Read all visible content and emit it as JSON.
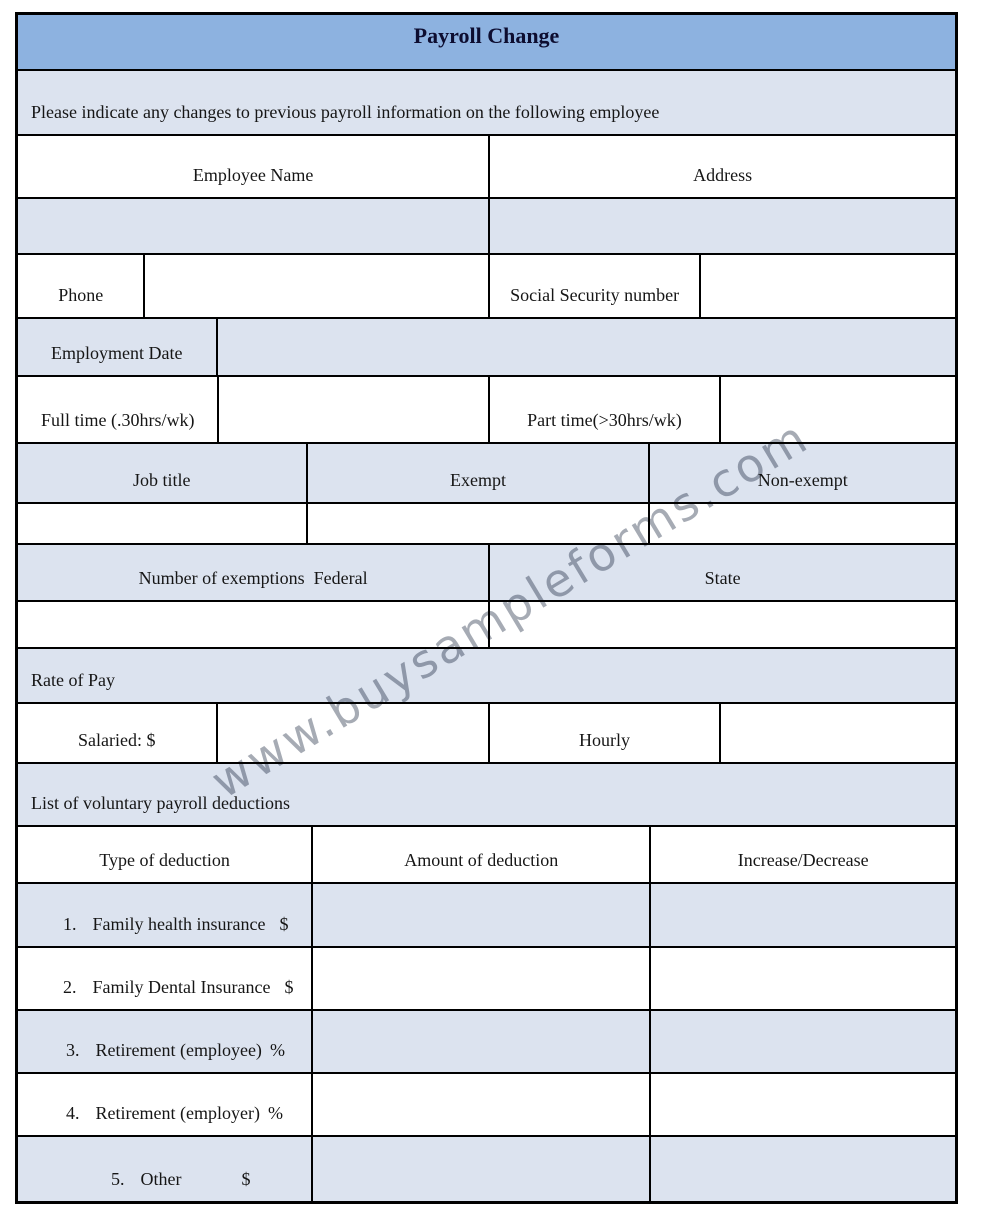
{
  "form": {
    "title": "Payroll Change",
    "intro": "Please indicate any changes to previous payroll information on the following employee",
    "fields": {
      "employee_name": "Employee Name",
      "address": "Address",
      "phone": "Phone",
      "social_security": "Social Security number",
      "employment_date": "Employment Date",
      "full_time": "Full time (.30hrs/wk)",
      "part_time": "Part time(>30hrs/wk)",
      "job_title": "Job title",
      "exempt": "Exempt",
      "non_exempt": "Non-exempt",
      "exemptions_federal": "Number of exemptions  Federal",
      "state": "State",
      "rate_of_pay": "Rate of Pay",
      "salaried": "Salaried: $",
      "hourly": "Hourly",
      "deductions_heading": "List of voluntary payroll deductions"
    },
    "deductions": {
      "columns": [
        "Type of deduction",
        "Amount of deduction",
        "Increase/Decrease"
      ],
      "items": [
        {
          "num": "1.",
          "label": "Family health insurance",
          "unit": "$"
        },
        {
          "num": "2.",
          "label": "Family Dental Insurance",
          "unit": "$"
        },
        {
          "num": "3.",
          "label": "Retirement (employee)",
          "unit": "%"
        },
        {
          "num": "4.",
          "label": "Retirement (employer)",
          "unit": "%"
        },
        {
          "num": "5.",
          "label": "Other",
          "unit": "$"
        }
      ]
    },
    "watermark": "www.buysampleforms.com",
    "colors": {
      "header_bg": "#8db2e0",
      "alt_row_bg": "#dce3ef",
      "border": "#000000"
    }
  }
}
